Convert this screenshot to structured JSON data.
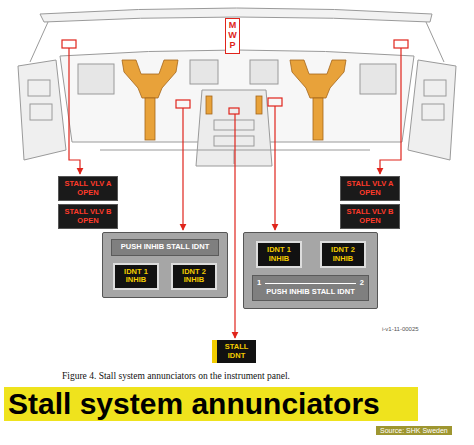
{
  "diagram": {
    "title": "Stall system annunciators",
    "caption": "Figure 4. Stall system annunciators on the instrument panel.",
    "nodes": [
      {
        "text": [
          "MWP"
        ]
      },
      {
        "text": [
          "STALL VLV A OPEN"
        ]
      },
      {
        "text": [
          "STALL VLV B OPEN"
        ]
      },
      {
        "text": [
          "STALL VLV A OPEN"
        ]
      },
      {
        "text": [
          "STALL VLV B OPEN"
        ]
      },
      {
        "text": [
          "PUSH INHIB STALL IDNT"
        ]
      },
      {
        "text": [
          "IDNT 1 INHIB"
        ],
        "in": 5
      },
      {
        "text": [
          "IDNT 2 INHIB"
        ],
        "in": 5
      },
      {
        "text": [
          "1",
          "2",
          "PUSH INHIB STALL IDNT"
        ]
      },
      {
        "text": [
          "IDNT 1 INHIB"
        ],
        "in": 8
      },
      {
        "text": [
          "IDNT 2 INHIB"
        ],
        "in": 8
      },
      {
        "text": [
          "STALL IDNT"
        ]
      }
    ],
    "labels": [
      "i-v1-11-00025",
      "Source: SHK Sweden"
    ]
  }
}
